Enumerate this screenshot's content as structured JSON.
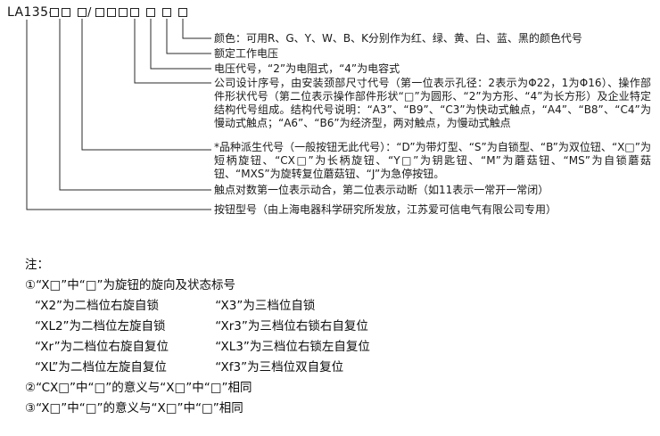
{
  "page": {
    "background": "#ffffff",
    "text_color": "#1a1a1a",
    "line_color": "#2a2a2a"
  },
  "model_code": {
    "prefix": "LA135-",
    "separator": "/",
    "box_glyph": "□"
  },
  "explanations": [
    "颜色：可用R、G、Y、W、B、K分别作为红、绿、黄、白、蓝、黑的颜色代号",
    "额定工作电压",
    "电压代号，“2”为电阻式，“4”为电容式",
    "公司设计序号，由安装颈部尺寸代号（第一位表示孔径：2表示为Φ22，1为Φ16）、操作部件形状代号（第二位表示操作部件形状“□”为圆形、“2”为方形、“4”为长方形）及企业特定结构代号组成。结构代号说明：“A3”、“B9”、“C3”为快动式触点，“A4”、“B8”、“C4”为慢动式触点；“A6”、“B6”为经济型，两对触点，为慢动式触点",
    "*品种派生代号（一般按钮无此代号）：“D”为带灯型、“S”为自锁型、“B”为双位钮、“X□”为短柄旋钮、“CX□”为长柄旋钮、“Y□”为钥匙钮、“M”为蘑菇钮、“MS”为自锁蘑菇钮、“MXS”为旋转复位蘑菇钮、“J”为急停按钮。",
    "触点对数第一位表示动合，第二位表示动断（如11表示一常开一常闭）",
    "按钮型号（由上海电器科学研究所发放，江苏爱可信电气有限公司专用）"
  ],
  "notes": {
    "label": "注：",
    "item1": "①“X□”中“□”为旋钮的旋向及状态标号",
    "rows": [
      [
        "“X2”为二档位右旋自锁",
        "“X3”为三档位自锁"
      ],
      [
        "“XL2”为二档位左旋自锁",
        "“Xr3”为三档位右锁右自复位"
      ],
      [
        "“Xr”为二档位右旋自复位",
        "“XL3”为三档位右锁左自复位"
      ],
      [
        "“XL”为二档位左旋自复位",
        "“Xf3”为三档位双自复位"
      ]
    ],
    "item2": "②“CX□”中“□”的意义与“X□”中“□”相同",
    "item3": "③“X□”中“□”的意义与“X□”中“□”相同"
  }
}
